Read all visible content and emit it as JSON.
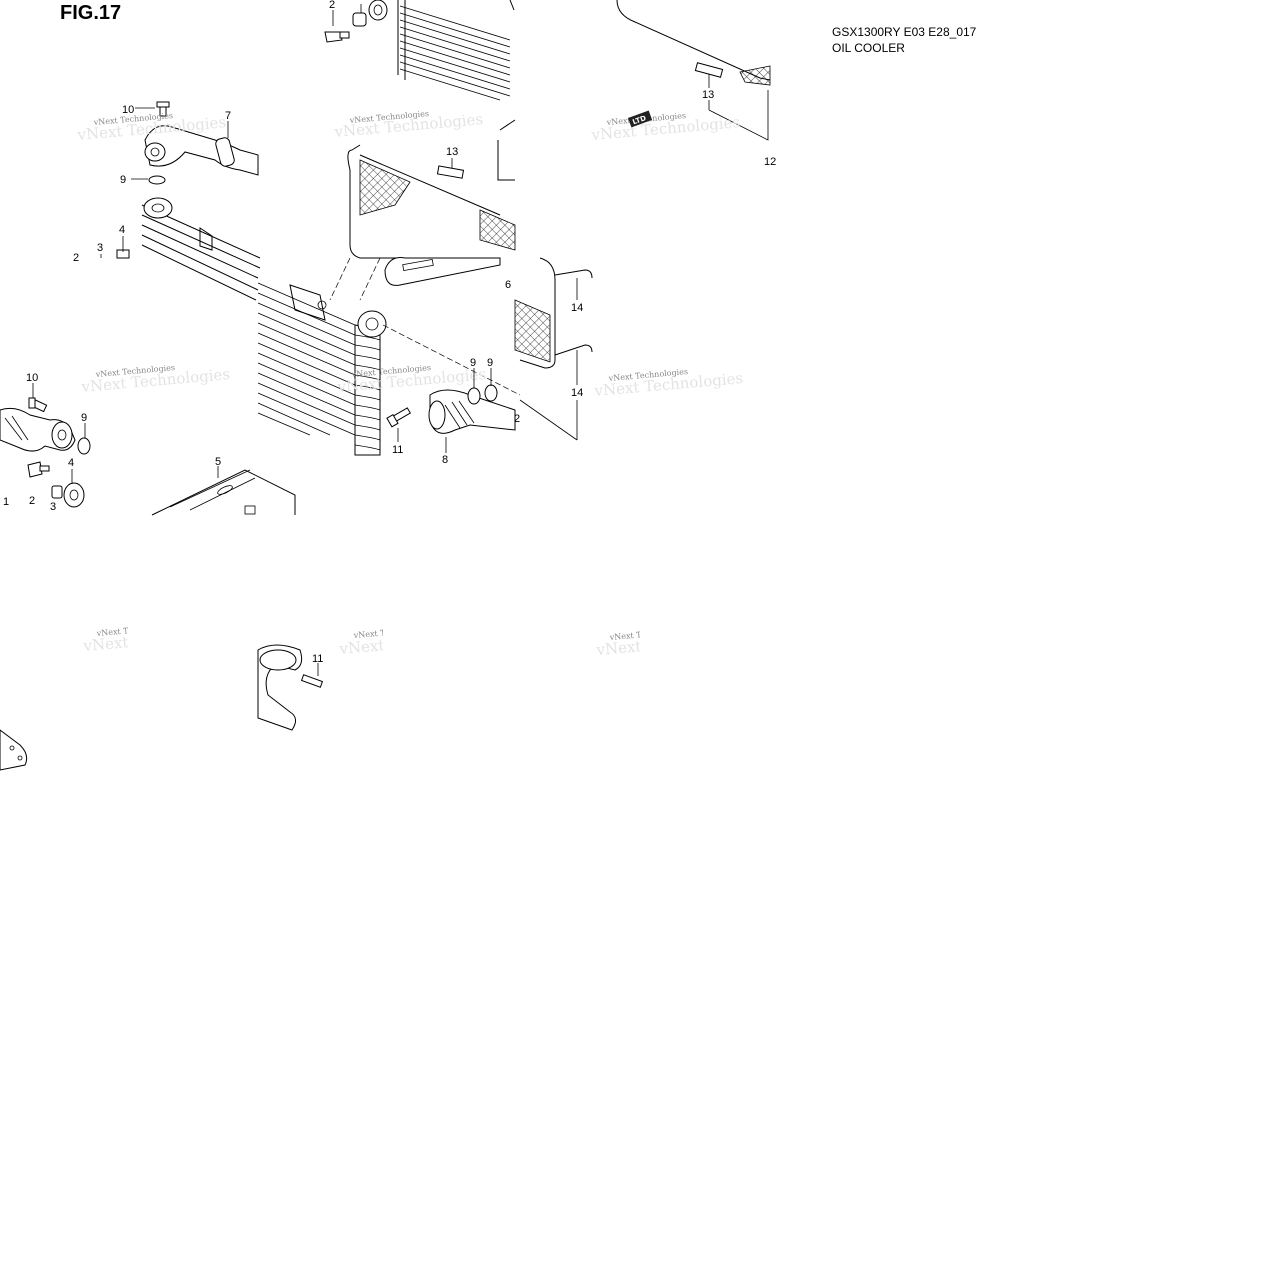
{
  "figure": {
    "title": "FIG.17"
  },
  "info": {
    "model_code": "GSX1300RY E03 E28_017",
    "section_name": "OIL COOLER"
  },
  "watermark": {
    "text": "vNext Technologies",
    "logo_text": "LTD"
  },
  "callouts": [
    {
      "id": "c-2a",
      "label": "2"
    },
    {
      "id": "c-13a",
      "label": "13"
    },
    {
      "id": "c-12",
      "label": "12"
    },
    {
      "id": "c-10a",
      "label": "10"
    },
    {
      "id": "c-7",
      "label": "7"
    },
    {
      "id": "c-13b",
      "label": "13"
    },
    {
      "id": "c-9a",
      "label": "9"
    },
    {
      "id": "c-3a",
      "label": "3"
    },
    {
      "id": "c-4a",
      "label": "4"
    },
    {
      "id": "c-2b",
      "label": "2"
    },
    {
      "id": "c-6",
      "label": "6"
    },
    {
      "id": "c-14a",
      "label": "14"
    },
    {
      "id": "c-10b",
      "label": "10"
    },
    {
      "id": "c-9b",
      "label": "9"
    },
    {
      "id": "c-9c",
      "label": "9"
    },
    {
      "id": "c-9d",
      "label": "9"
    },
    {
      "id": "c-14b",
      "label": "14"
    },
    {
      "id": "c-4b",
      "label": "4"
    },
    {
      "id": "c-2c",
      "label": "2"
    },
    {
      "id": "c-1",
      "label": "1"
    },
    {
      "id": "c-3b",
      "label": "3"
    },
    {
      "id": "c-11a",
      "label": "11"
    },
    {
      "id": "c-8",
      "label": "8"
    },
    {
      "id": "c-2d",
      "label": "2"
    },
    {
      "id": "c-5",
      "label": "5"
    },
    {
      "id": "c-11b",
      "label": "11"
    }
  ]
}
